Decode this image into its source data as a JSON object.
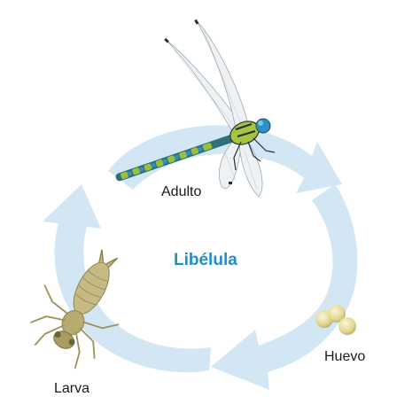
{
  "diagram": {
    "title": "Libélula",
    "stages": {
      "adult": {
        "label": "Adulto"
      },
      "egg": {
        "label": "Huevo"
      },
      "larva": {
        "label": "Larva"
      }
    }
  },
  "colors": {
    "cycle": "#d3e6f3",
    "title": "#1d8fcf",
    "label": "#1a1a1a",
    "dragonfly_body_green": "#9bbf3a",
    "dragonfly_body_blue": "#2e8fc4",
    "dragonfly_dark": "#233238",
    "wing": "#eef2f4",
    "egg": "#e6dd9c",
    "larva": "#bdb27a"
  },
  "icons": [
    "dragonfly-adult-illustration",
    "egg-cluster-illustration",
    "larva-nymph-illustration"
  ]
}
